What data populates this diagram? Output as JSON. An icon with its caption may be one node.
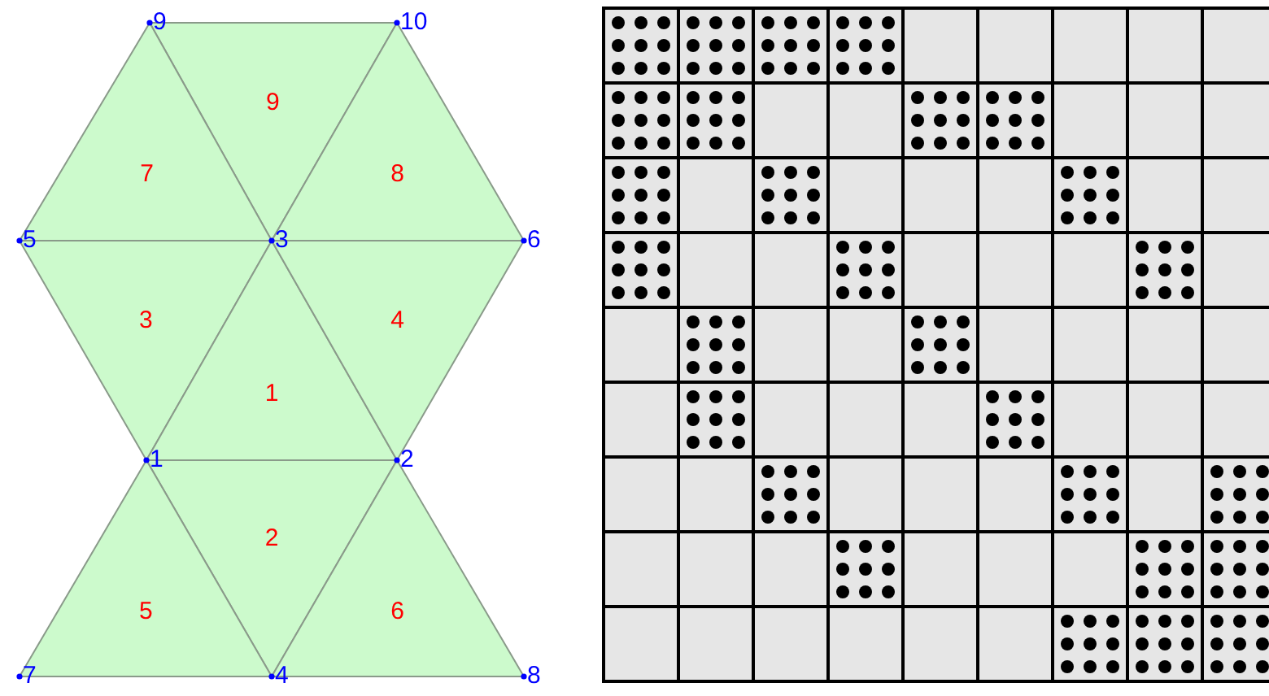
{
  "diagram": {
    "nodes": [
      {
        "text": [
          "9"
        ]
      },
      {
        "text": [
          "7"
        ]
      },
      {
        "text": [
          "8"
        ]
      },
      {
        "text": [
          "3"
        ]
      },
      {
        "text": [
          "1"
        ]
      },
      {
        "text": [
          "4"
        ]
      },
      {
        "text": [
          "2"
        ]
      },
      {
        "text": [
          "5"
        ]
      },
      {
        "text": [
          "6"
        ]
      }
    ],
    "labels": [
      "9",
      "10",
      "5",
      "3",
      "6",
      "1",
      "2",
      "7",
      "4",
      "8"
    ]
  }
}
